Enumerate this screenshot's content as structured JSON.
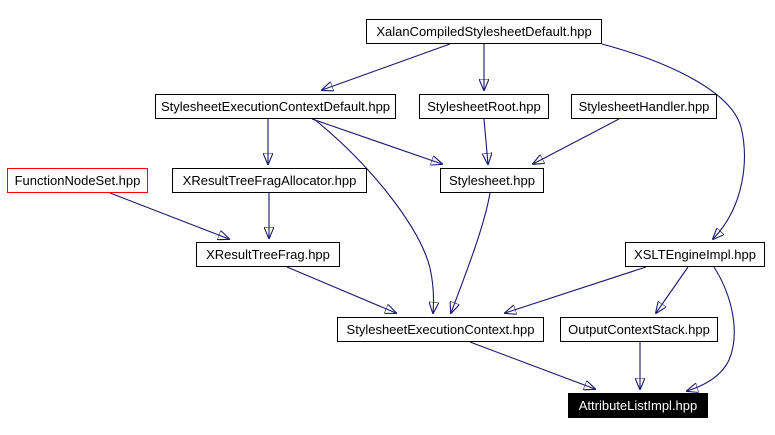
{
  "diagram": {
    "type": "include-dependency-graph",
    "background_color": "#ffffff",
    "edge_color": "#191970",
    "node_border_color": "#000000",
    "highlighted_node_border_color": "#ff0000",
    "current_node_background": "#000000",
    "current_node_text_color": "#ffffff",
    "nodes": [
      {
        "label": "XalanCompiledStylesheetDefault.hpp",
        "style": "normal"
      },
      {
        "label": "StylesheetExecutionContextDefault.hpp",
        "style": "normal"
      },
      {
        "label": "StylesheetRoot.hpp",
        "style": "normal"
      },
      {
        "label": "StylesheetHandler.hpp",
        "style": "normal"
      },
      {
        "label": "FunctionNodeSet.hpp",
        "style": "red-border"
      },
      {
        "label": "XResultTreeFragAllocator.hpp",
        "style": "normal"
      },
      {
        "label": "Stylesheet.hpp",
        "style": "normal"
      },
      {
        "label": "XResultTreeFrag.hpp",
        "style": "normal"
      },
      {
        "label": "XSLTEngineImpl.hpp",
        "style": "normal"
      },
      {
        "label": "StylesheetExecutionContext.hpp",
        "style": "normal"
      },
      {
        "label": "OutputContextStack.hpp",
        "style": "normal"
      },
      {
        "label": "AttributeListImpl.hpp",
        "style": "current-black"
      }
    ],
    "edges": [
      {
        "from": "XalanCompiledStylesheetDefault.hpp",
        "to": "StylesheetExecutionContextDefault.hpp"
      },
      {
        "from": "XalanCompiledStylesheetDefault.hpp",
        "to": "StylesheetRoot.hpp"
      },
      {
        "from": "XalanCompiledStylesheetDefault.hpp",
        "to": "XSLTEngineImpl.hpp"
      },
      {
        "from": "StylesheetExecutionContextDefault.hpp",
        "to": "XResultTreeFragAllocator.hpp"
      },
      {
        "from": "StylesheetExecutionContextDefault.hpp",
        "to": "Stylesheet.hpp"
      },
      {
        "from": "StylesheetExecutionContextDefault.hpp",
        "to": "StylesheetExecutionContext.hpp"
      },
      {
        "from": "StylesheetRoot.hpp",
        "to": "Stylesheet.hpp"
      },
      {
        "from": "StylesheetHandler.hpp",
        "to": "Stylesheet.hpp"
      },
      {
        "from": "FunctionNodeSet.hpp",
        "to": "XResultTreeFrag.hpp"
      },
      {
        "from": "XResultTreeFragAllocator.hpp",
        "to": "XResultTreeFrag.hpp"
      },
      {
        "from": "Stylesheet.hpp",
        "to": "StylesheetExecutionContext.hpp"
      },
      {
        "from": "XResultTreeFrag.hpp",
        "to": "StylesheetExecutionContext.hpp"
      },
      {
        "from": "XSLTEngineImpl.hpp",
        "to": "StylesheetExecutionContext.hpp"
      },
      {
        "from": "XSLTEngineImpl.hpp",
        "to": "OutputContextStack.hpp"
      },
      {
        "from": "XSLTEngineImpl.hpp",
        "to": "AttributeListImpl.hpp"
      },
      {
        "from": "StylesheetExecutionContext.hpp",
        "to": "AttributeListImpl.hpp"
      },
      {
        "from": "OutputContextStack.hpp",
        "to": "AttributeListImpl.hpp"
      }
    ]
  }
}
